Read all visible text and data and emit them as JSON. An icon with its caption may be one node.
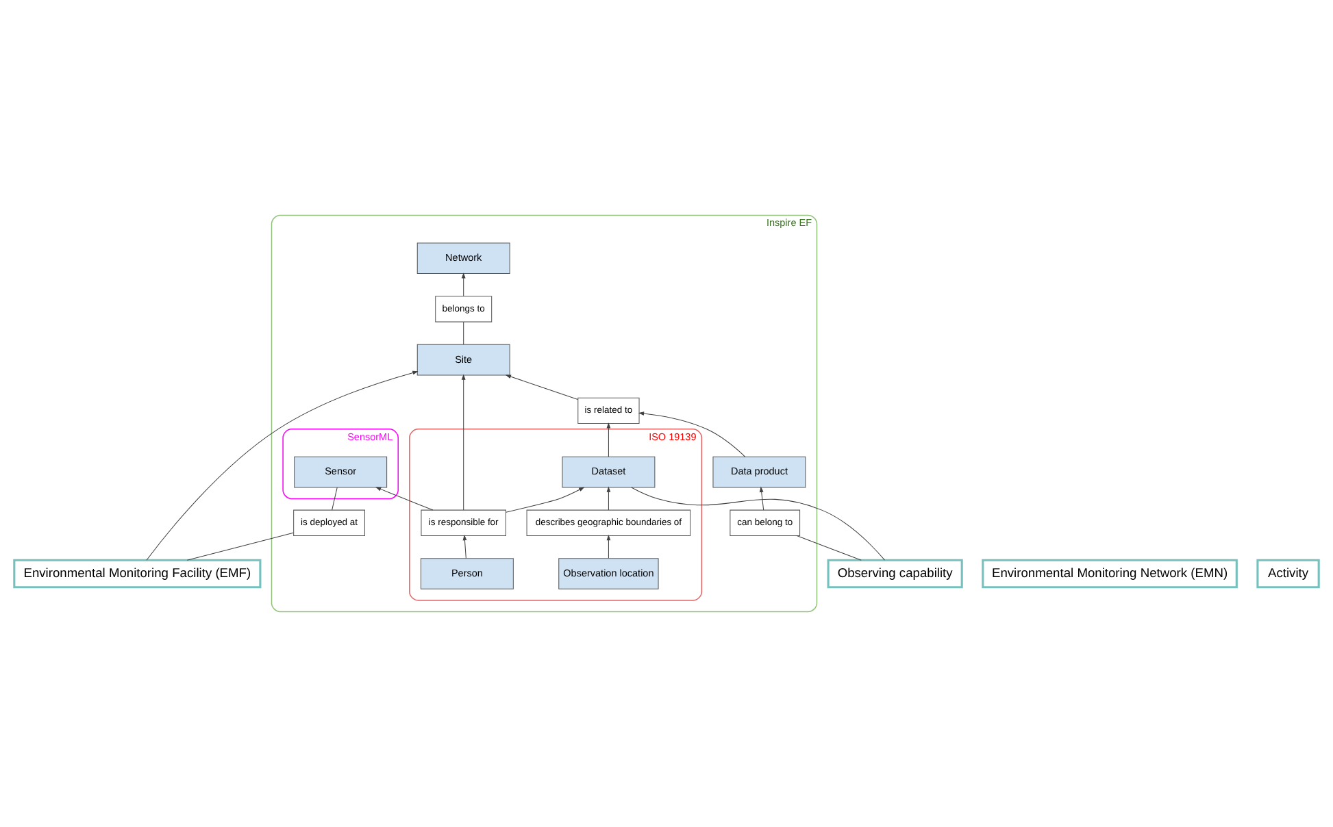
{
  "diagram": {
    "nodes": [
      {
        "text": [
          "Inspire EF"
        ]
      },
      {
        "text": [
          "ISO 19139"
        ],
        "in": 0
      },
      {
        "text": [
          "SensorML"
        ],
        "in": 0
      },
      {
        "text": [
          "Network"
        ],
        "in": 0
      },
      {
        "text": [
          "Environmental Monitoring Network (EMN)"
        ]
      },
      {
        "text": [
          "belongs to"
        ],
        "in": 0
      },
      {
        "text": [
          "is related to"
        ],
        "in": 0
      },
      {
        "text": [
          "Site"
        ],
        "in": 0
      },
      {
        "text": [
          "Environmental Monitoring Facility (EMF)"
        ]
      },
      {
        "text": [
          "Activity"
        ]
      },
      {
        "text": [
          "Data product"
        ],
        "in": 0
      },
      {
        "text": [
          "is deployed at"
        ],
        "in": 0
      },
      {
        "text": [
          "can belong to"
        ],
        "in": 0
      },
      {
        "text": [
          "Observing capability"
        ]
      },
      {
        "text": [
          "Dataset"
        ],
        "in": 1
      },
      {
        "text": [
          "is responsible for"
        ],
        "in": 1
      },
      {
        "text": [
          "Sensor"
        ],
        "in": 2
      },
      {
        "text": [
          "describes geographic boundaries of"
        ],
        "in": 1
      },
      {
        "text": [
          "Observation location"
        ],
        "in": 1
      },
      {
        "text": [
          "Person"
        ],
        "in": 1
      }
    ],
    "edges": [
      {
        "from": 7,
        "to": 5,
        "arrow": "none"
      },
      {
        "from": 5,
        "to": 3,
        "arrow": "to"
      },
      {
        "from": 10,
        "to": 6,
        "arrow": "to"
      },
      {
        "from": 6,
        "to": 7,
        "arrow": "to"
      },
      {
        "from": 14,
        "to": 6,
        "arrow": "to"
      },
      {
        "from": 8,
        "to": 7,
        "arrow": "to"
      },
      {
        "from": 15,
        "to": 7,
        "arrow": "to"
      },
      {
        "from": 15,
        "to": 14,
        "arrow": "to"
      },
      {
        "from": 15,
        "to": 16,
        "arrow": "to"
      },
      {
        "from": 19,
        "to": 15,
        "arrow": "to"
      },
      {
        "from": 18,
        "to": 17,
        "arrow": "to"
      },
      {
        "from": 17,
        "to": 14,
        "arrow": "to"
      },
      {
        "from": 12,
        "to": 10,
        "arrow": "to"
      },
      {
        "from": 13,
        "to": 12,
        "arrow": "none"
      },
      {
        "from": 13,
        "to": 14,
        "arrow": "none"
      },
      {
        "from": 8,
        "to": 11,
        "arrow": "none"
      },
      {
        "from": 11,
        "to": 16,
        "arrow": "none"
      }
    ]
  }
}
